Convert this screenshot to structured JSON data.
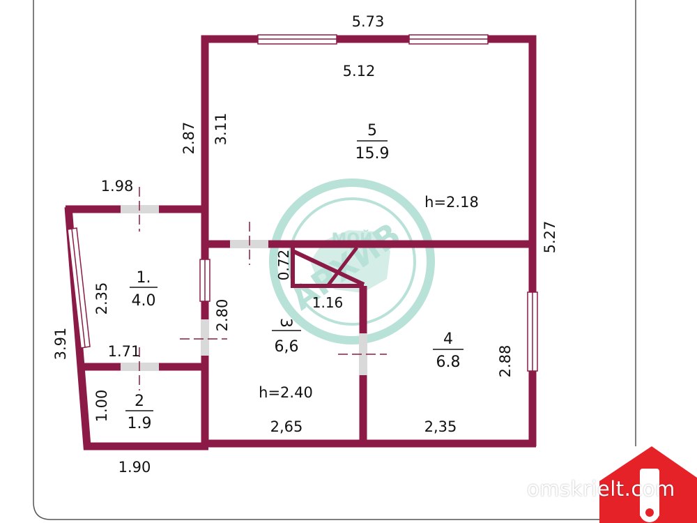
{
  "colors": {
    "wall": "#8b1a47",
    "dim_text": "#111111",
    "watermark": "#7fcab8",
    "logo": "#e62229",
    "frame": "#555555"
  },
  "rooms": [
    {
      "id": "5",
      "number": "5",
      "area": "15.9"
    },
    {
      "id": "1",
      "number": "1.",
      "area": "4.0"
    },
    {
      "id": "2",
      "number": "2",
      "area": "1.9"
    },
    {
      "id": "3",
      "number": "3",
      "area": "6,6"
    },
    {
      "id": "4",
      "number": "4",
      "area": "6.8"
    }
  ],
  "heights": {
    "room5": "h=2.18",
    "room3": "h=2.40"
  },
  "dimensions": {
    "top_outer": "5.73",
    "top_inner": "5.12",
    "left_outer_5": "2.87",
    "left_inner_5": "3.11",
    "right_outer": "5.27",
    "room1_top": "1.98",
    "room1_left": "2.35",
    "outer_left_total": "3.91",
    "room1_bottom": "1.71",
    "room3_left": "2.80",
    "stair_h": "0.72",
    "stair_w": "1.16",
    "room4_right": "2.88",
    "room2_left": "1.00",
    "bottom_left": "1.90",
    "bottom_room3": "2,65",
    "bottom_room4": "2,35"
  },
  "watermark": {
    "arc_text": "АРХИВ",
    "inner_text": "МОЙ"
  },
  "site": "omskrielt.com"
}
